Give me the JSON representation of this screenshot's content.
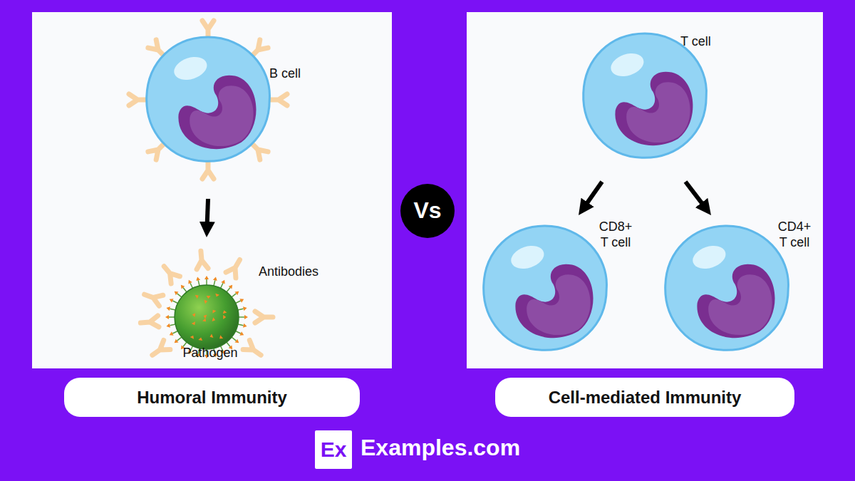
{
  "diagram": {
    "nodes": [
      {
        "text": [
          "B cell"
        ]
      },
      {
        "text": [
          "Pathogen"
        ]
      },
      {
        "text": [
          "Humoral Immunity"
        ]
      },
      {
        "text": [
          "Vs"
        ]
      },
      {
        "text": [
          "T cell"
        ]
      },
      {
        "text": [
          "CD8+ T cell"
        ]
      },
      {
        "text": [
          "CD4+ T cell"
        ]
      },
      {
        "text": [
          "Cell-mediated Immunity"
        ]
      },
      {
        "text": [
          "Ex"
        ]
      }
    ],
    "edges": [
      {
        "from": 0,
        "to": 1,
        "arrow": "to"
      },
      {
        "from": 4,
        "to": 5,
        "arrow": "to"
      },
      {
        "from": 4,
        "to": 6,
        "arrow": "to"
      }
    ],
    "labels": [
      "Antibodies",
      "Examples.com"
    ]
  }
}
